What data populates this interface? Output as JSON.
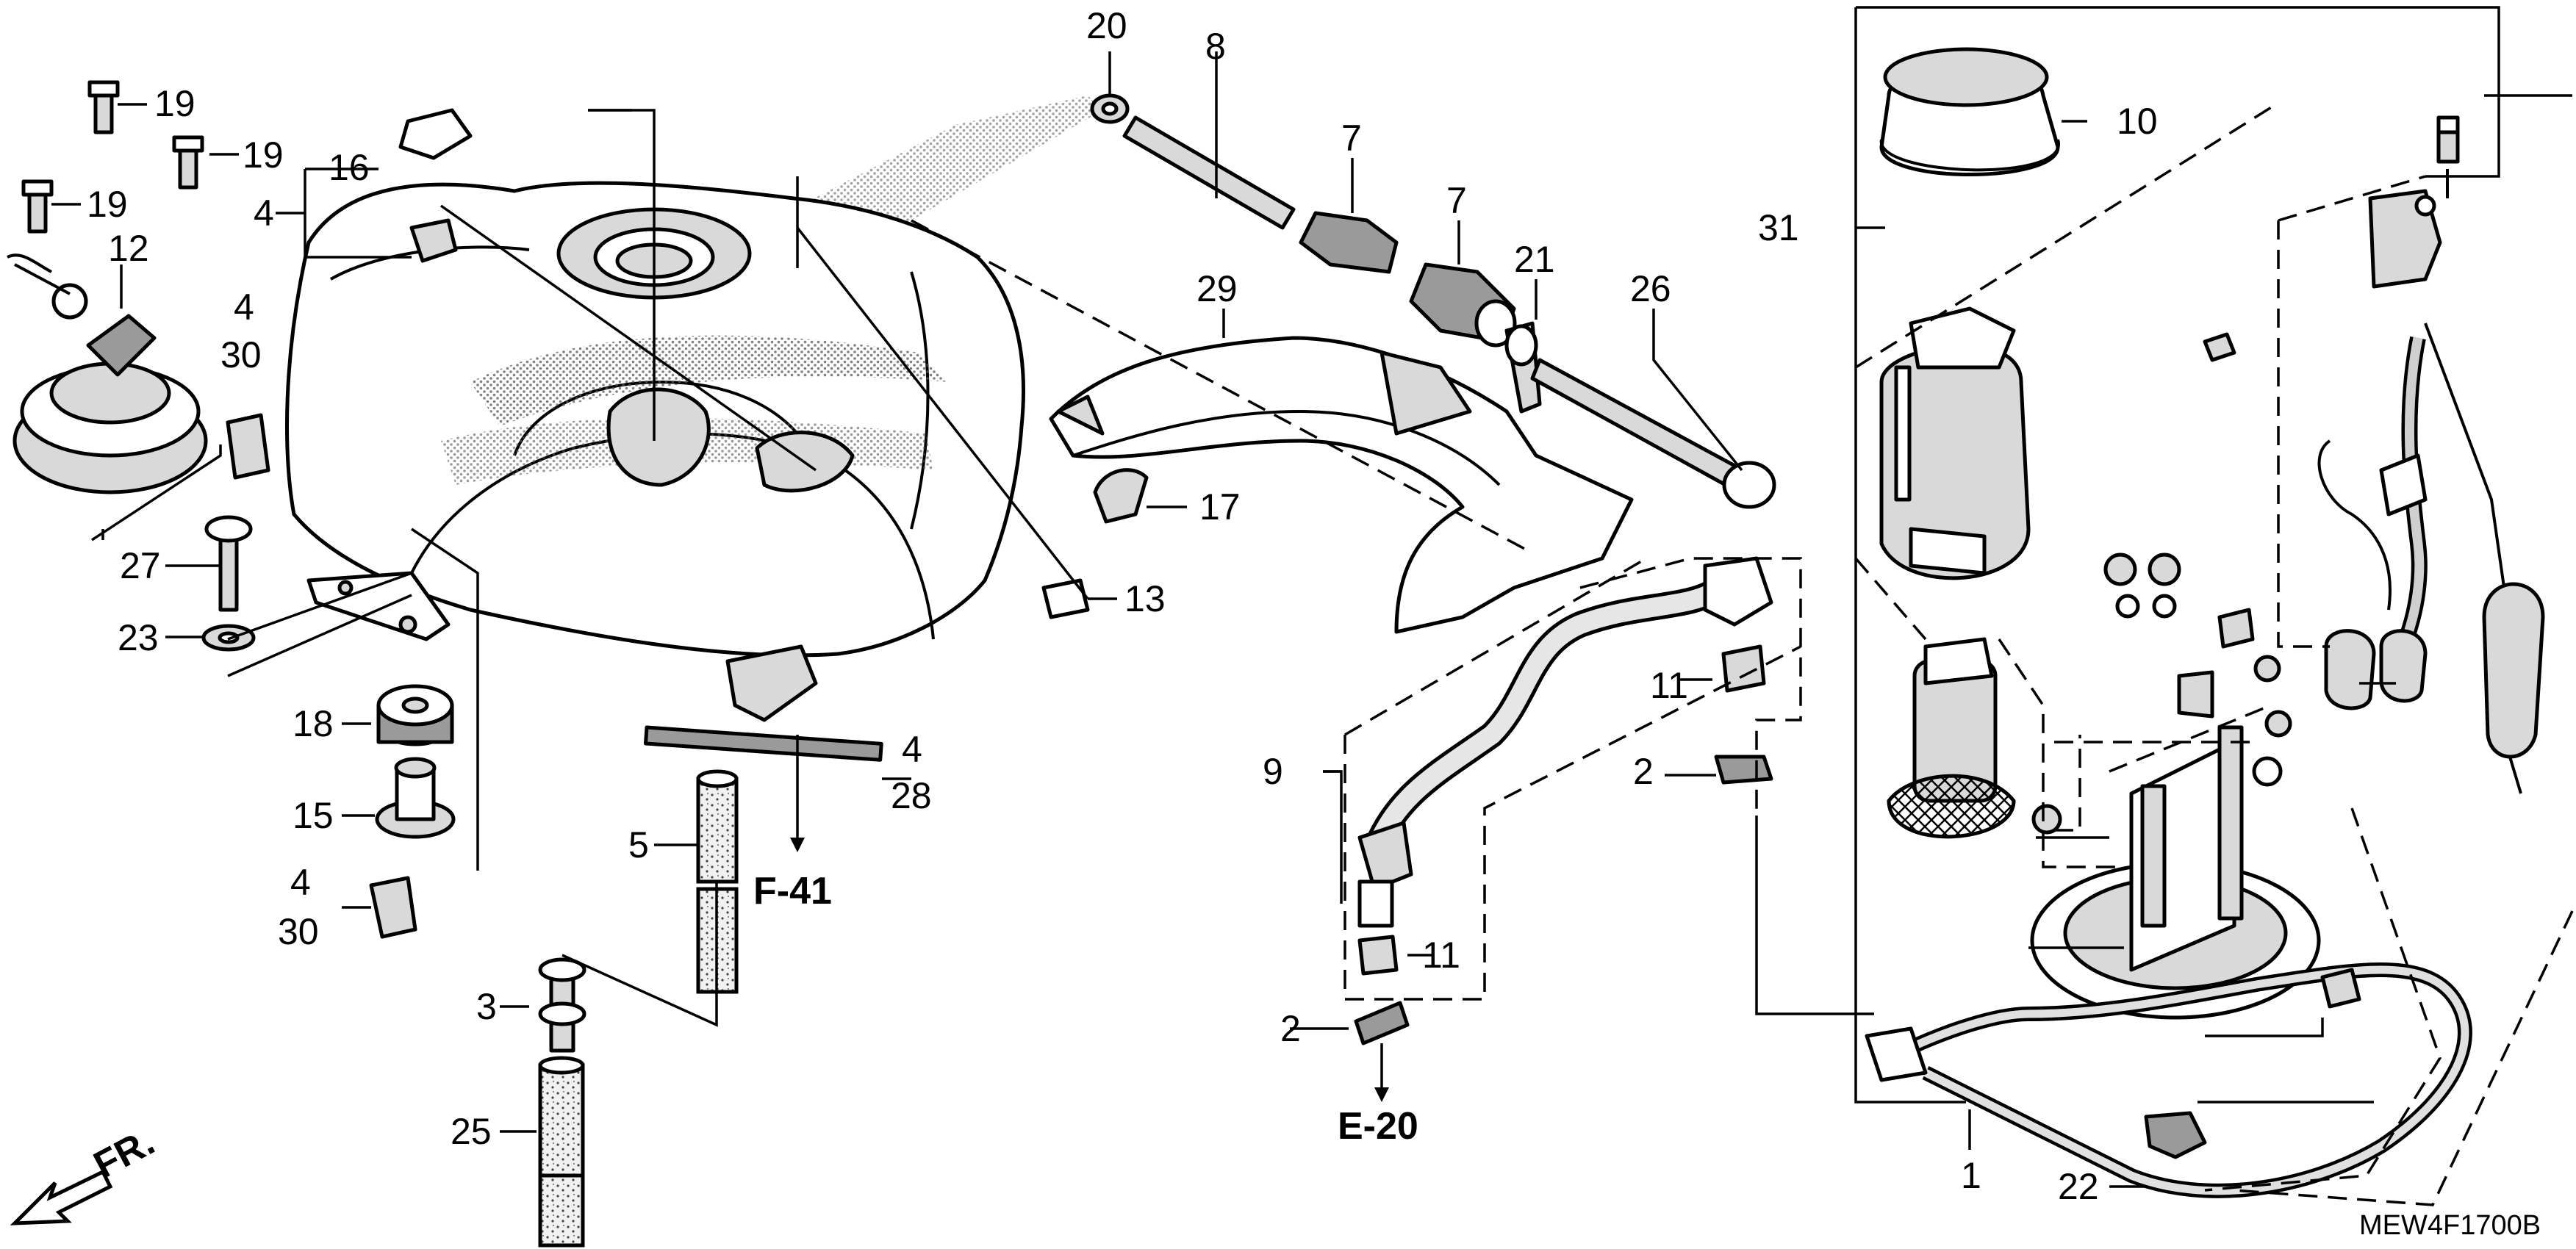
{
  "diagram_code": "MEW4F1700B",
  "front_marker": "FR.",
  "refs": {
    "f41": "F-41",
    "e20": "E-20"
  },
  "labels": {
    "l1": "1",
    "l2a": "2",
    "l2b": "2",
    "l3": "3",
    "l4a": "4",
    "l4b": "4",
    "l4c": "4",
    "l4d": "4",
    "l5": "5",
    "l7a": "7",
    "l7b": "7",
    "l8": "8",
    "l9": "9",
    "l10": "10",
    "l11a": "11",
    "l11b": "11",
    "l12": "12",
    "l13": "13",
    "l15": "15",
    "l16": "16",
    "l17": "17",
    "l18": "18",
    "l19a": "19",
    "l19b": "19",
    "l19c": "19",
    "l20": "20",
    "l21": "21",
    "l22": "22",
    "l23": "23",
    "l25": "25",
    "l26": "26",
    "l27": "27",
    "l28": "28",
    "l29": "29",
    "l30a": "30",
    "l30b": "30",
    "l31": "31"
  }
}
